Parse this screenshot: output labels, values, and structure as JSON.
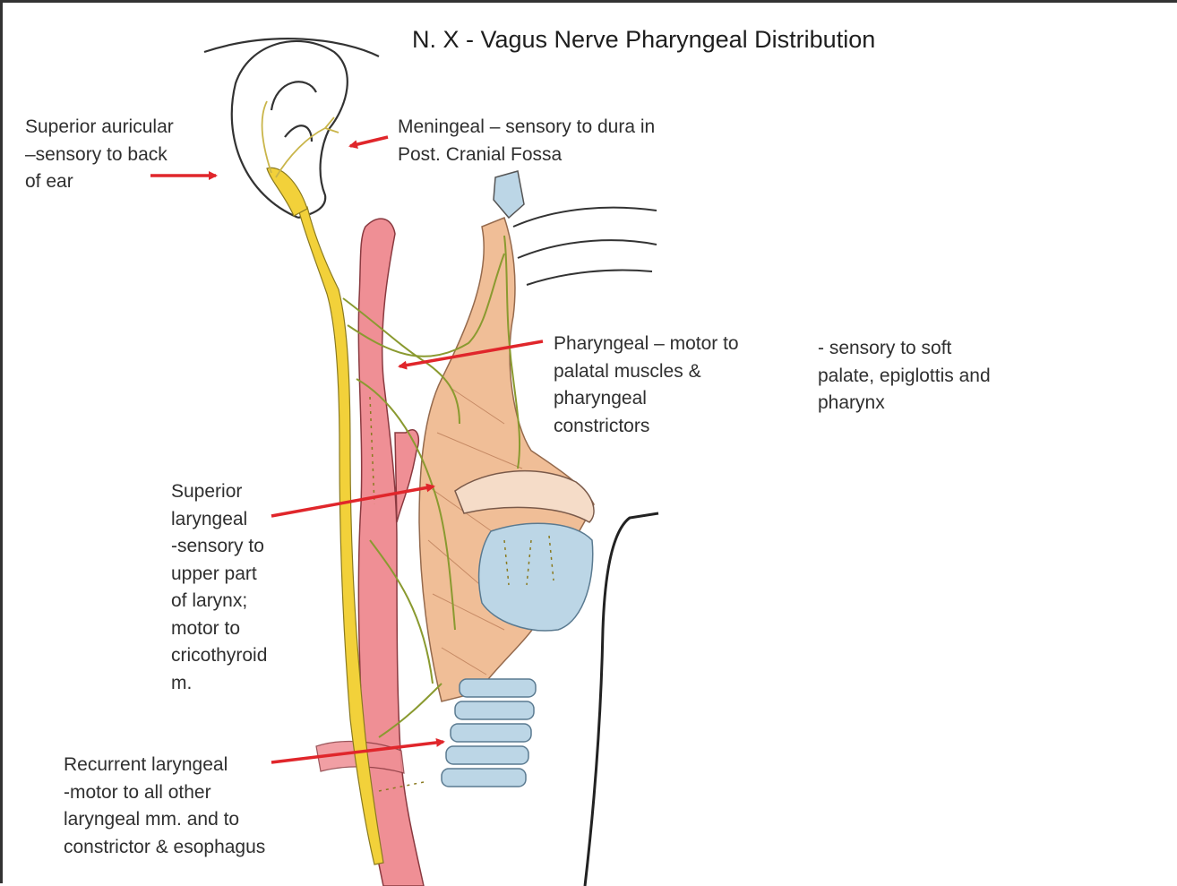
{
  "title": "N. X - Vagus Nerve Pharyngeal Distribution",
  "labels": {
    "superior_auricular": "Superior auricular\n–sensory to back\nof ear",
    "meningeal": "Meningeal – sensory to dura in\nPost. Cranial Fossa",
    "pharyngeal": "Pharyngeal – motor to\npalatal muscles &\npharyngeal\nconstrictors",
    "pharyngeal_sensory": "- sensory to soft\npalate, epiglottis and\npharynx",
    "superior_laryngeal": "Superior\nlaryngeal\n-sensory to\nupper part\nof larynx;\nmotor to\ncricothyroid\nm.",
    "recurrent_laryngeal": "Recurrent laryngeal\n-motor to all other\nlaryngeal mm. and to\nconstrictor & esophagus"
  },
  "colors": {
    "arrow": "#e0262b",
    "nerve": "#f2d13a",
    "artery": "#ef8f95",
    "muscle": "#efb88c",
    "cartilage": "#bcd6e6",
    "outline": "#333333"
  }
}
